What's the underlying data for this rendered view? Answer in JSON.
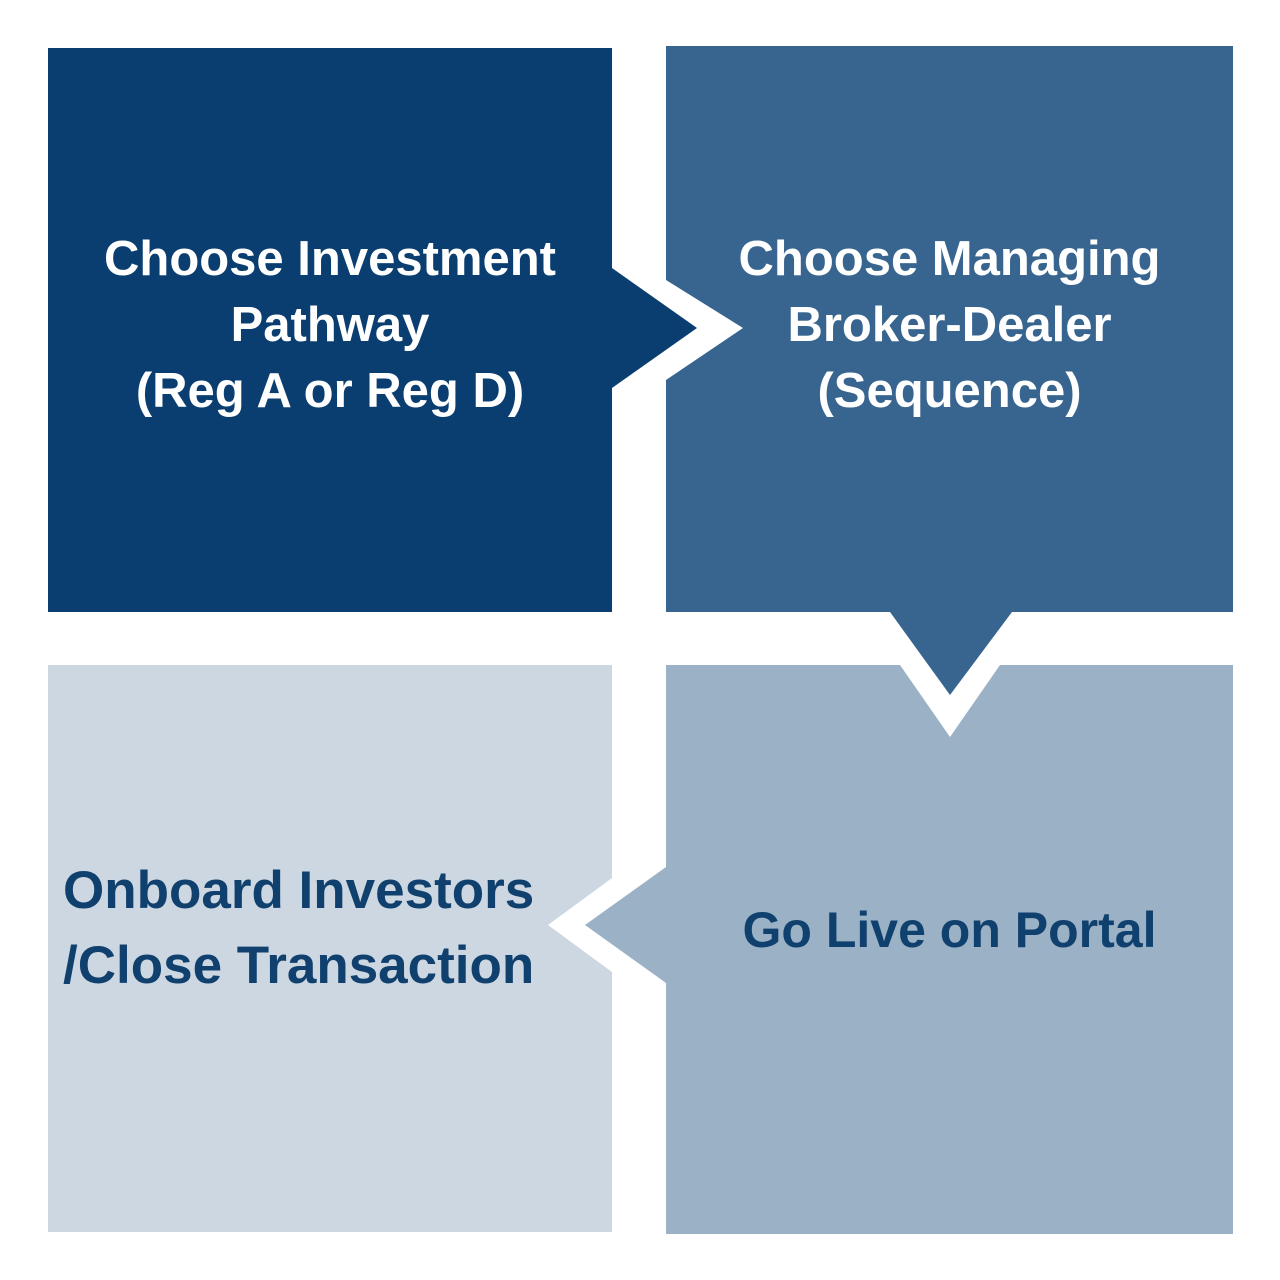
{
  "diagram": {
    "background_color": "#FFFFFF",
    "steps": [
      {
        "name": "choose-investment-pathway",
        "lines": [
          "Choose Investment",
          "Pathway",
          "(Reg A or Reg D)"
        ],
        "fill_color": "#0B3E70",
        "text_color": "#FFFFFF",
        "arrow_direction": "right"
      },
      {
        "name": "choose-managing-broker-dealer",
        "lines": [
          "Choose Managing",
          "Broker-Dealer",
          "(Sequence)"
        ],
        "fill_color": "#38658F",
        "text_color": "#FFFFFF",
        "arrow_direction": "down"
      },
      {
        "name": "go-live-on-portal",
        "lines": [
          "Go Live on Portal"
        ],
        "fill_color": "#9BB1C6",
        "text_color": "#10406D",
        "arrow_direction": "left"
      },
      {
        "name": "onboard-investors-close-transaction",
        "lines": [
          "Onboard Investors",
          "/Close Transaction"
        ],
        "fill_color": "#CDD7E1",
        "text_color": "#10406D",
        "arrow_direction": "none"
      }
    ]
  }
}
